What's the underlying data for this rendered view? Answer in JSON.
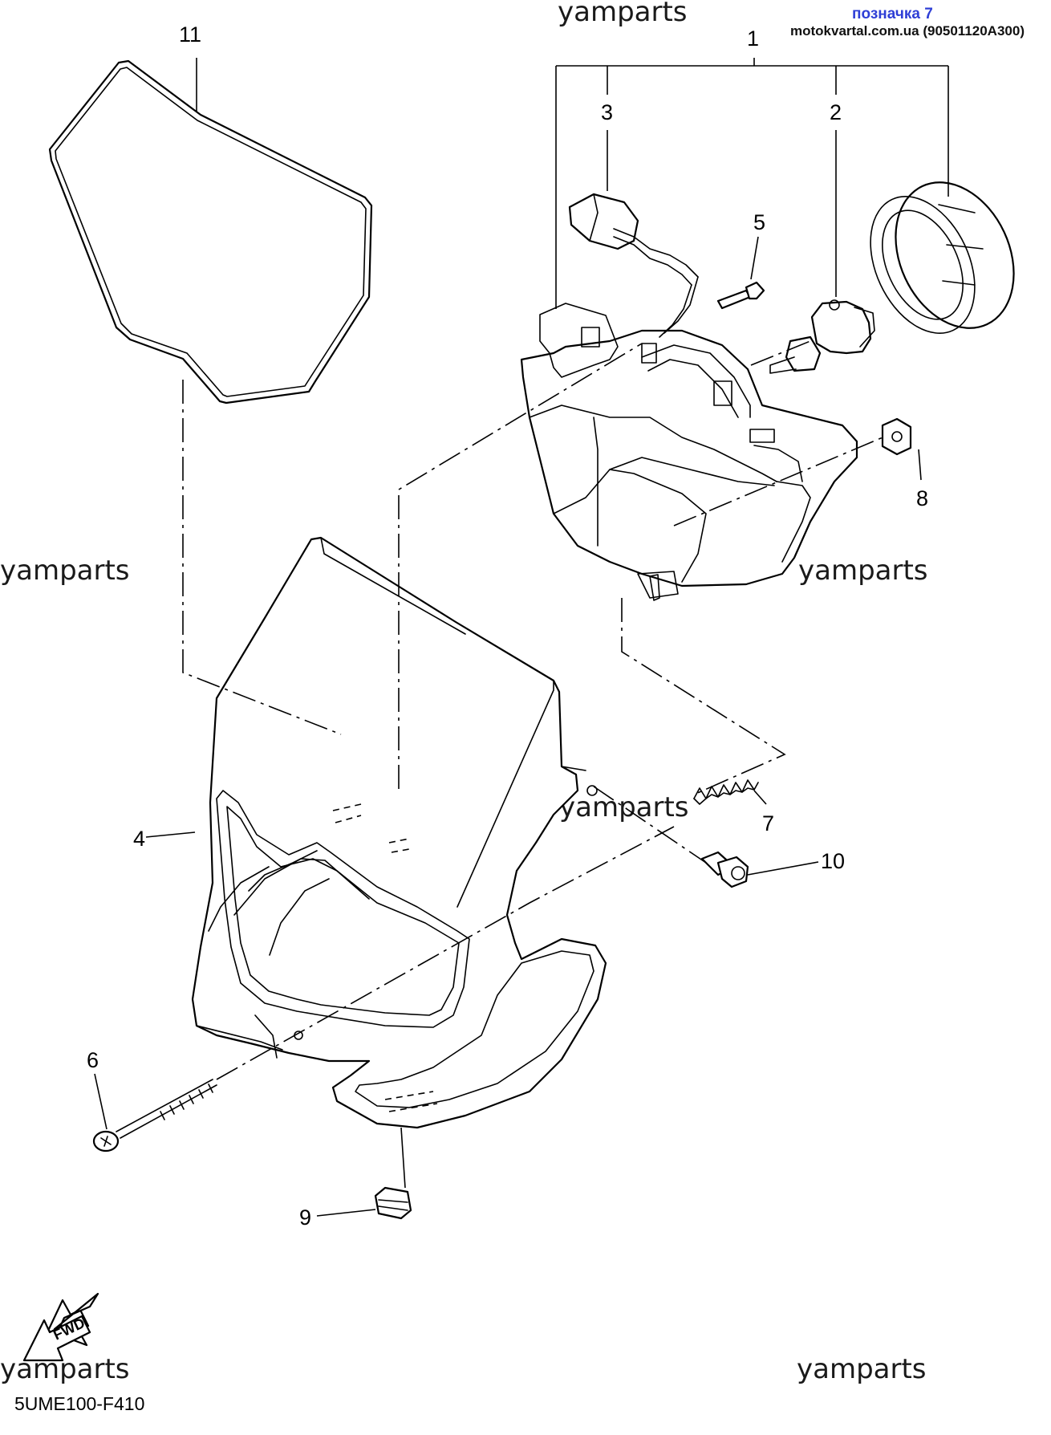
{
  "header": {
    "marker": "позначка 7",
    "site_ref": "motokvartal.com.ua (90501120A300)"
  },
  "watermarks": [
    "yamparts",
    "yamparts",
    "yamparts",
    "yamparts",
    "yamparts",
    "yamparts"
  ],
  "callouts": [
    "1",
    "2",
    "3",
    "4",
    "5",
    "6",
    "7",
    "8",
    "9",
    "10",
    "11"
  ],
  "direction_label": "FWD",
  "diagram_code": "5UME100-F410"
}
